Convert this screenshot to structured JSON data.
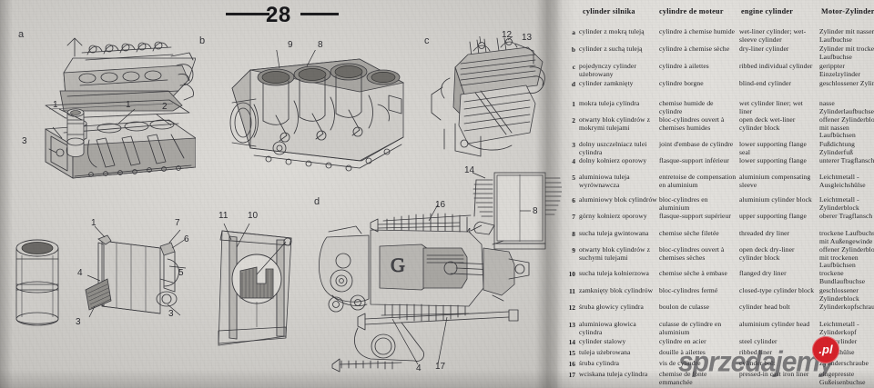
{
  "page": {
    "number": "28",
    "watermark": "sprzedajemy",
    "watermark_badge": ".pl",
    "watermark_color": "#d6222a",
    "paper_color": "#d8d6d2",
    "ink_color": "#1d1d20"
  },
  "figures": [
    {
      "letter": "a",
      "callouts": [
        "1",
        "2",
        "3"
      ]
    },
    {
      "letter": "b",
      "callouts": [
        "9",
        "8"
      ]
    },
    {
      "letter": "c",
      "callouts": [
        "12",
        "13",
        "14",
        "4",
        "8"
      ]
    },
    {
      "letter": "d",
      "callouts": [
        "16",
        "4",
        "17"
      ]
    },
    {
      "letter": "",
      "callouts": [
        "1",
        "7",
        "6",
        "5",
        "4",
        "3",
        "3"
      ]
    },
    {
      "letter": "",
      "callouts": [
        "11",
        "10"
      ]
    }
  ],
  "terms": {
    "headings": {
      "pl": "cylinder silnika",
      "fr": "cylindre de moteur",
      "en": "engine cylinder",
      "de": "Motor-Zylinder"
    },
    "lettered": [
      {
        "key": "a",
        "pl": "cylinder z mokrą tuleją",
        "fr": "cylindre à chemise humide",
        "en": "wet-liner cylinder; wet-sleeve cylinder",
        "de": "Zylinder mit nasser Laufbuchse"
      },
      {
        "key": "b",
        "pl": "cylinder z suchą tuleją",
        "fr": "cylindre à chemise sèche",
        "en": "dry-liner cylinder",
        "de": "Zylinder mit trockener Laufbuchse"
      },
      {
        "key": "c",
        "pl": "pojedynczy cylinder użebrowany",
        "fr": "cylindre à ailettes",
        "en": "ribbed individual cylinder",
        "de": "gerippter Einzelzylinder"
      },
      {
        "key": "d",
        "pl": "cylinder zamknięty",
        "fr": "cylindre borgne",
        "en": "blind-end cylinder",
        "de": "geschlossener Zylinder"
      }
    ],
    "numbered": [
      {
        "key": "1",
        "pl": "mokra tuleja cylindra",
        "fr": "chemise humide de cylindre",
        "en": "wet cylinder liner; wet liner",
        "de": "nasse Zylinderlaufbuchse"
      },
      {
        "key": "2",
        "pl": "otwarty blok cy­lindrów z mokrymi tulejami",
        "fr": "bloc-cylindres ouvert à chemises humides",
        "en": "open deck wet-liner cylinder block",
        "de": "offener Zylinderblock mit nassen Laufbüchsen"
      },
      {
        "key": "3",
        "pl": "dolny uszczelniacz tulei cylindra",
        "fr": "joint d'embase de cylindre",
        "en": "lower supporting flange seal",
        "de": "Fußdichtung Zylinderfuß"
      },
      {
        "key": "4",
        "pl": "dolny kołnierz oporowy",
        "fr": "flasque-support inférieur",
        "en": "lower supporting flange",
        "de": "unterer Tragflansch"
      },
      {
        "key": "5",
        "pl": "aluminiowa tuleja wyrównawcza",
        "fr": "entretoise de compensation en aluminium",
        "en": "aluminium compensating sleeve",
        "de": "Leichtmetall -Ausgleichshülse"
      },
      {
        "key": "6",
        "pl": "aluminiowy blok cylindrów",
        "fr": "bloc-cylindres en aluminium",
        "en": "aluminium cylinder block",
        "de": "Leichtmetall -Zylinderblock"
      },
      {
        "key": "7",
        "pl": "górny kołnierz oporowy",
        "fr": "flasque-support supérieur",
        "en": "upper supporting flange",
        "de": "oberer Tragflansch"
      },
      {
        "key": "8",
        "pl": "sucha tuleja gwintowana",
        "fr": "chemise sèche filetée",
        "en": "threaded dry liner",
        "de": "trockene Laufbuchse mit Außengewinde"
      },
      {
        "key": "9",
        "pl": "otwarty blok cylindrów z suchymi tulejami",
        "fr": "bloc-cylindres ouvert à chemises sèches",
        "en": "open deck dry-liner cylinder block",
        "de": "offener Zylinderblock mit trockenen Laufbüchsen"
      },
      {
        "key": "10",
        "pl": "sucha tuleja kołnierzowa",
        "fr": "chemise sèche à embase",
        "en": "flanged dry liner",
        "de": "trockene Bundlaufbuchse"
      },
      {
        "key": "11",
        "pl": "zamknięty blok cylindrów",
        "fr": "bloc-cylindres fermé",
        "en": "closed-type cylinder block",
        "de": "geschlossener Zylinderblock"
      },
      {
        "key": "12",
        "pl": "śruba głowicy cylindra",
        "fr": "boulon de culasse",
        "en": "cylinder head bolt",
        "de": "Zylinderkopf­schraube"
      },
      {
        "key": "13",
        "pl": "aluminiowa głowica cylindra",
        "fr": "culasse de cylindre en aluminium",
        "en": "aluminium cylinder head",
        "de": "Leichtmetall -Zylinderkopf"
      },
      {
        "key": "14",
        "pl": "cylinder stalowy",
        "fr": "cylindre en acier",
        "en": "steel cylinder",
        "de": "Stahlzylinder"
      },
      {
        "key": "15",
        "pl": "tuleja użebrowana",
        "fr": "douille à ailettes",
        "en": "ribbed liner",
        "de": "Rippenhülse"
      },
      {
        "key": "16",
        "pl": "śruba cylindra",
        "fr": "vis de cylindre",
        "en": "cylinder bolt",
        "de": "Zylinderschraube"
      },
      {
        "key": "17",
        "pl": "wciskana tuleja cylindra",
        "fr": "chemise de fonte emmanchée",
        "en": "pressed-in cast iron liner",
        "de": "eingepresste Gußeisenbuchse"
      }
    ]
  }
}
